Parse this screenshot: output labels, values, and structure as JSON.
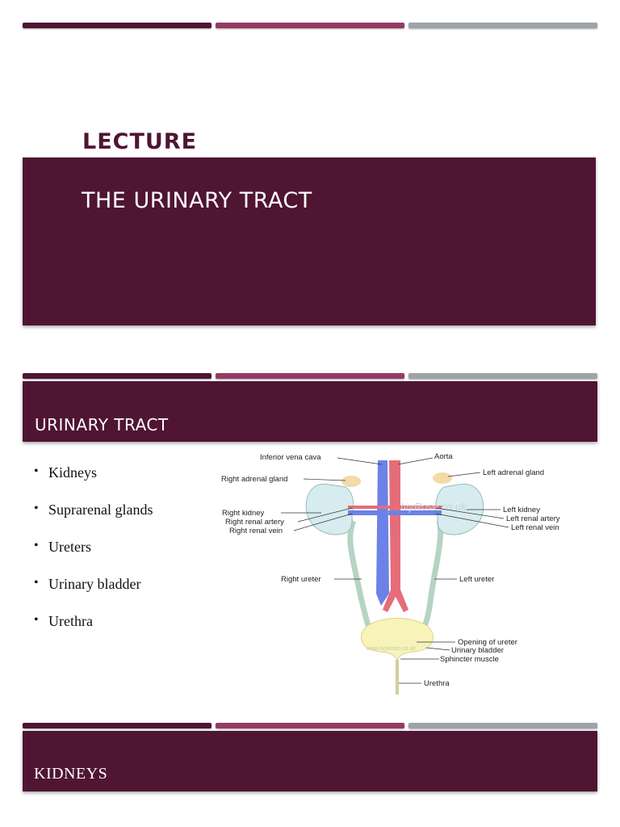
{
  "slide1": {
    "label": "LECTURE",
    "title": "THE URINARY TRACT"
  },
  "slide2": {
    "title": "URINARY TRACT",
    "bullets": [
      "Kidneys",
      "Suprarenal glands",
      "Ureters",
      "Urinary bladder",
      "Urethra"
    ],
    "diagram": {
      "labels": {
        "ivc": "Inferior vena cava",
        "aorta": "Aorta",
        "right_adrenal": "Right adrenal gland",
        "left_adrenal": "Left adrenal gland",
        "right_kidney": "Right kidney",
        "right_renal_artery": "Right renal artery",
        "right_renal_vein": "Right renal vein",
        "left_kidney": "Left kidney",
        "left_renal_artery": "Left renal artery",
        "left_renal_vein": "Left renal vein",
        "right_ureter": "Right ureter",
        "left_ureter": "Left ureter",
        "opening_ureter": "Opening of ureter",
        "bladder": "Urinary bladder",
        "sphincter": "Sphincter muscle",
        "urethra": "Urethra"
      },
      "watermark1": "IvyRose.co.uk",
      "watermark2": "www.IvyRose.co.uk"
    }
  },
  "slide3": {
    "title": "KIDNEYS"
  },
  "colors": {
    "banner": "#4f1533",
    "strip_dark": "#4f1533",
    "strip_mid": "#943a66",
    "strip_gray": "#9ea3a8"
  }
}
